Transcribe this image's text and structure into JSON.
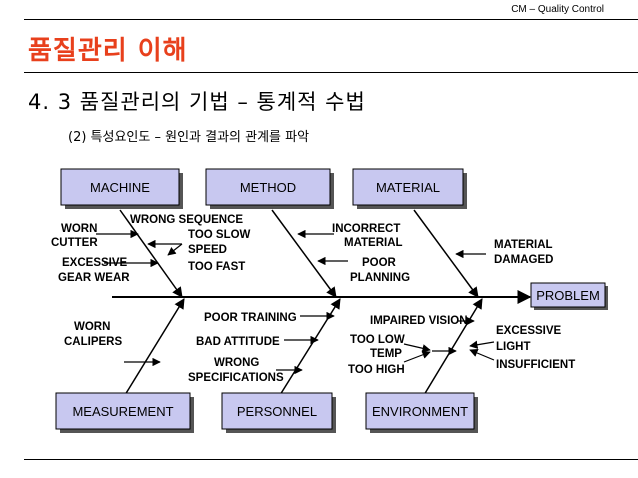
{
  "header": {
    "label": "CM – Quality Control"
  },
  "title": "품질관리 이해",
  "subtitle": "4. 3 품질관리의 기법 – 통계적 수법",
  "subsub": "(2) 특성요인도 – 원인과 결과의 관계를 파악",
  "categories": {
    "machine": "MACHINE",
    "method": "METHOD",
    "material": "MATERIAL",
    "measurement": "MEASUREMENT",
    "personnel": "PERSONNEL",
    "environment": "ENVIRONMENT"
  },
  "effect": "PROBLEM",
  "causes": {
    "worn_cutter_1": "WORN",
    "worn_cutter_2": "CUTTER",
    "wrong_sequence": "WRONG SEQUENCE",
    "excessive_gear_wear_1": "EXCESSIVE",
    "excessive_gear_wear_2": "GEAR WEAR",
    "too_slow_speed_1": "TOO SLOW",
    "too_slow_speed_2": "SPEED",
    "too_fast": "TOO FAST",
    "incorrect_material_1": "INCORRECT",
    "incorrect_material_2": "MATERIAL",
    "poor_planning_1": "POOR",
    "poor_planning_2": "PLANNING",
    "material_damaged_1": "MATERIAL",
    "material_damaged_2": "DAMAGED",
    "worn_calipers_1": "WORN",
    "worn_calipers_2": "CALIPERS",
    "poor_training": "POOR TRAINING",
    "bad_attitude": "BAD ATTITUDE",
    "wrong_specifications_1": "WRONG",
    "wrong_specifications_2": "SPECIFICATIONS",
    "impaired_vision": "IMPAIRED VISION",
    "too_low_temp_1": "TOO LOW",
    "too_low_temp_2": "TEMP",
    "too_high": "TOO HIGH",
    "excessive_light_1": "EXCESSIVE",
    "excessive_light_2": "LIGHT",
    "insufficient": "INSUFFICIENT"
  },
  "colors": {
    "title": "#e8401c",
    "box_fill": "#c8c8f0",
    "box_shadow": "#555555"
  }
}
